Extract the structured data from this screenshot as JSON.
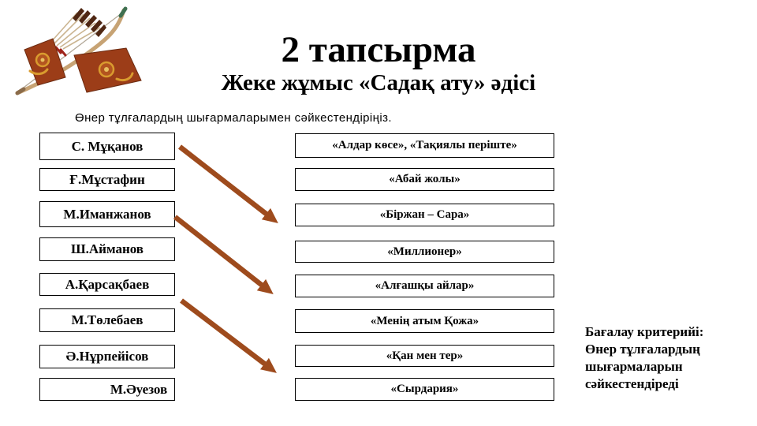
{
  "slide": {
    "title": "2 тапсырма",
    "subtitle": "Жеке жұмыс «Садақ ату» әдісі",
    "instruction": "Өнер тұлғалардың шығармаларымен сәйкестендіріңіз."
  },
  "authors": [
    "С. Мұқанов",
    "Ғ.Мұстафин",
    "М.Иманжанов",
    "Ш.Айманов",
    "А.Қарсақбаев",
    "М.Төлебаев",
    "Ә.Нұрпейісов",
    "М.Әуезов"
  ],
  "works": [
    "«Алдар көсе», «Тақиялы періште»",
    "«Абай жолы»",
    "«Біржан – Сара»",
    "«Миллионер»",
    "«Алғашқы айлар»",
    "«Менің атым Қожа»",
    "«Қан мен тер»",
    "«Сырдария»"
  ],
  "connections": [
    {
      "from": "С. Мұқанов",
      "to": "«Біржан – Сара»"
    },
    {
      "from": "М.Иманжанов",
      "to": "«Алғашқы айлар»"
    },
    {
      "from": "А.Қарсақбаев",
      "to": "«Қан мен тер»"
    }
  ],
  "criteria": {
    "lines": [
      "Бағалау критерийі:",
      "Өнер тұлғалардың",
      "шығармаларын",
      "сәйкестендіреді"
    ]
  },
  "colors": {
    "arrow": "#9e4b1d",
    "box_border": "#000000",
    "text": "#000000",
    "background": "#ffffff"
  },
  "decoration": {
    "image": "bow-and-quiver"
  }
}
